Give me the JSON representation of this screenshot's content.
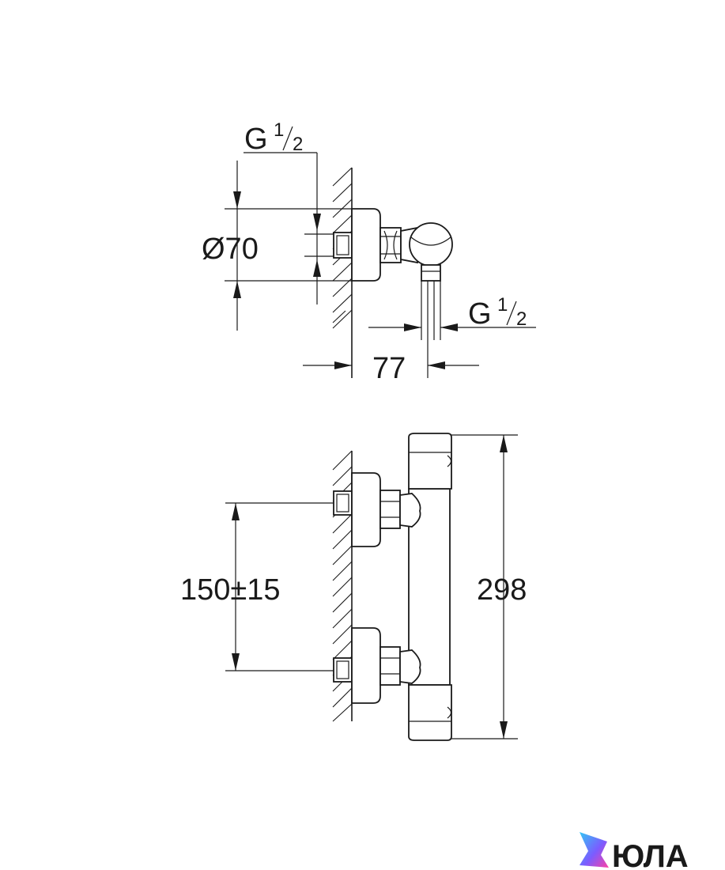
{
  "top_view": {
    "thread_inlet_label": "G",
    "thread_inlet_frac_num": "1",
    "thread_inlet_frac_den": "2",
    "diameter_label": "Ø70",
    "depth_label": "77",
    "thread_outlet_label": "G",
    "thread_outlet_frac_num": "1",
    "thread_outlet_frac_den": "2"
  },
  "front_view": {
    "spacing_label": "150±15",
    "height_label": "298"
  },
  "brand": {
    "name": "ЮЛА",
    "logo_colors": [
      "#35c6f4",
      "#7b5cff",
      "#ff3fa4"
    ]
  }
}
